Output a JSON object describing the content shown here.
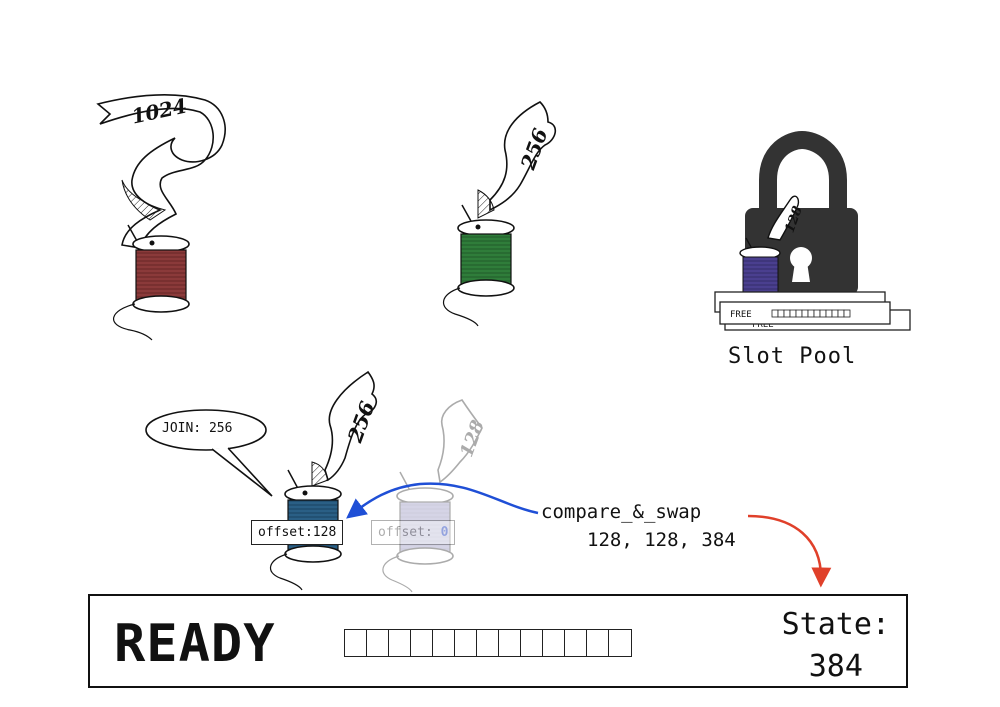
{
  "spools": {
    "red": {
      "ribbon_label": "1024",
      "thread_color": "#8b3a3a"
    },
    "green": {
      "ribbon_label": "256",
      "thread_color": "#2f7d3a"
    },
    "pool_spool": {
      "ribbon_label": "128",
      "thread_color": "#4a3f8f"
    },
    "active": {
      "ribbon_label": "256",
      "thread_color": "#2a5f85",
      "offset_label": "offset:128"
    },
    "ghost": {
      "ribbon_label": "128",
      "thread_color": "#8a86b8",
      "offset_label": "offset:",
      "offset_value": "0"
    }
  },
  "slot_pool": {
    "label": "Slot Pool",
    "entry_label": "FREE",
    "entry_label_behind": "FREE",
    "slot_count": 13
  },
  "join_bubble": {
    "text": "JOIN: 256"
  },
  "cas": {
    "call": "compare_&_swap",
    "args": "128, 128, 384"
  },
  "status_bar": {
    "state_text": "READY",
    "state_label": "State:",
    "state_value": "384",
    "slot_count": 13
  },
  "colors": {
    "arrow_blue": "#1f4fd6",
    "arrow_red": "#e0402a",
    "lock": "#333333",
    "ink": "#111111"
  }
}
